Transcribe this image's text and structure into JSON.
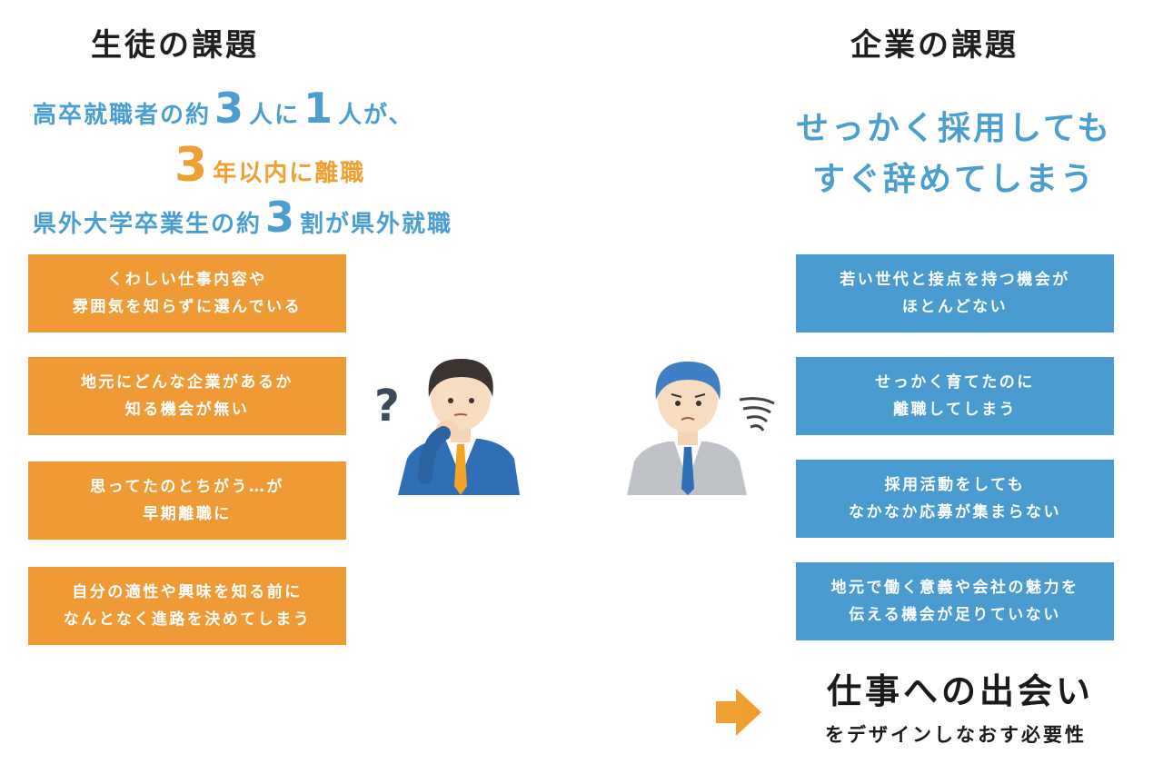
{
  "left": {
    "heading": "生徒の課題",
    "stat1": {
      "a": "高卒就職者の約",
      "b": "3",
      "c": "人に",
      "d": "1",
      "e": "人が、"
    },
    "stat2": {
      "a": "3",
      "b": "年以内に離職"
    },
    "stat3": {
      "a": "県外大学卒業生の約",
      "b": "3",
      "c": "割が県外就職"
    },
    "cards": [
      "くわしい仕事内容や\n雰囲気を知らずに選んでいる",
      "地元にどんな企業があるか\n知る機会が無い",
      "思ってたのとちがう…が\n早期離職に",
      "自分の適性や興味を知る前に\nなんとなく進路を決めてしまう"
    ],
    "question_mark": "?"
  },
  "right": {
    "heading": "企業の課題",
    "tagline1": "せっかく採用しても",
    "tagline2": "すぐ辞めてしまう",
    "cards": [
      "若い世代と接点を持つ機会が\nほとんどない",
      "せっかく育てたのに\n離職してしまう",
      "採用活動をしても\nなかなか応募が集まらない",
      "地元で働く意義や会社の魅力を\n伝える機会が足りていない"
    ]
  },
  "closing": {
    "main": "仕事への出会い",
    "sub": "をデザインしなおす必要性"
  },
  "colors": {
    "orange": "#f09a35",
    "blue": "#4a9cd0",
    "text": "#1f1f1f"
  }
}
